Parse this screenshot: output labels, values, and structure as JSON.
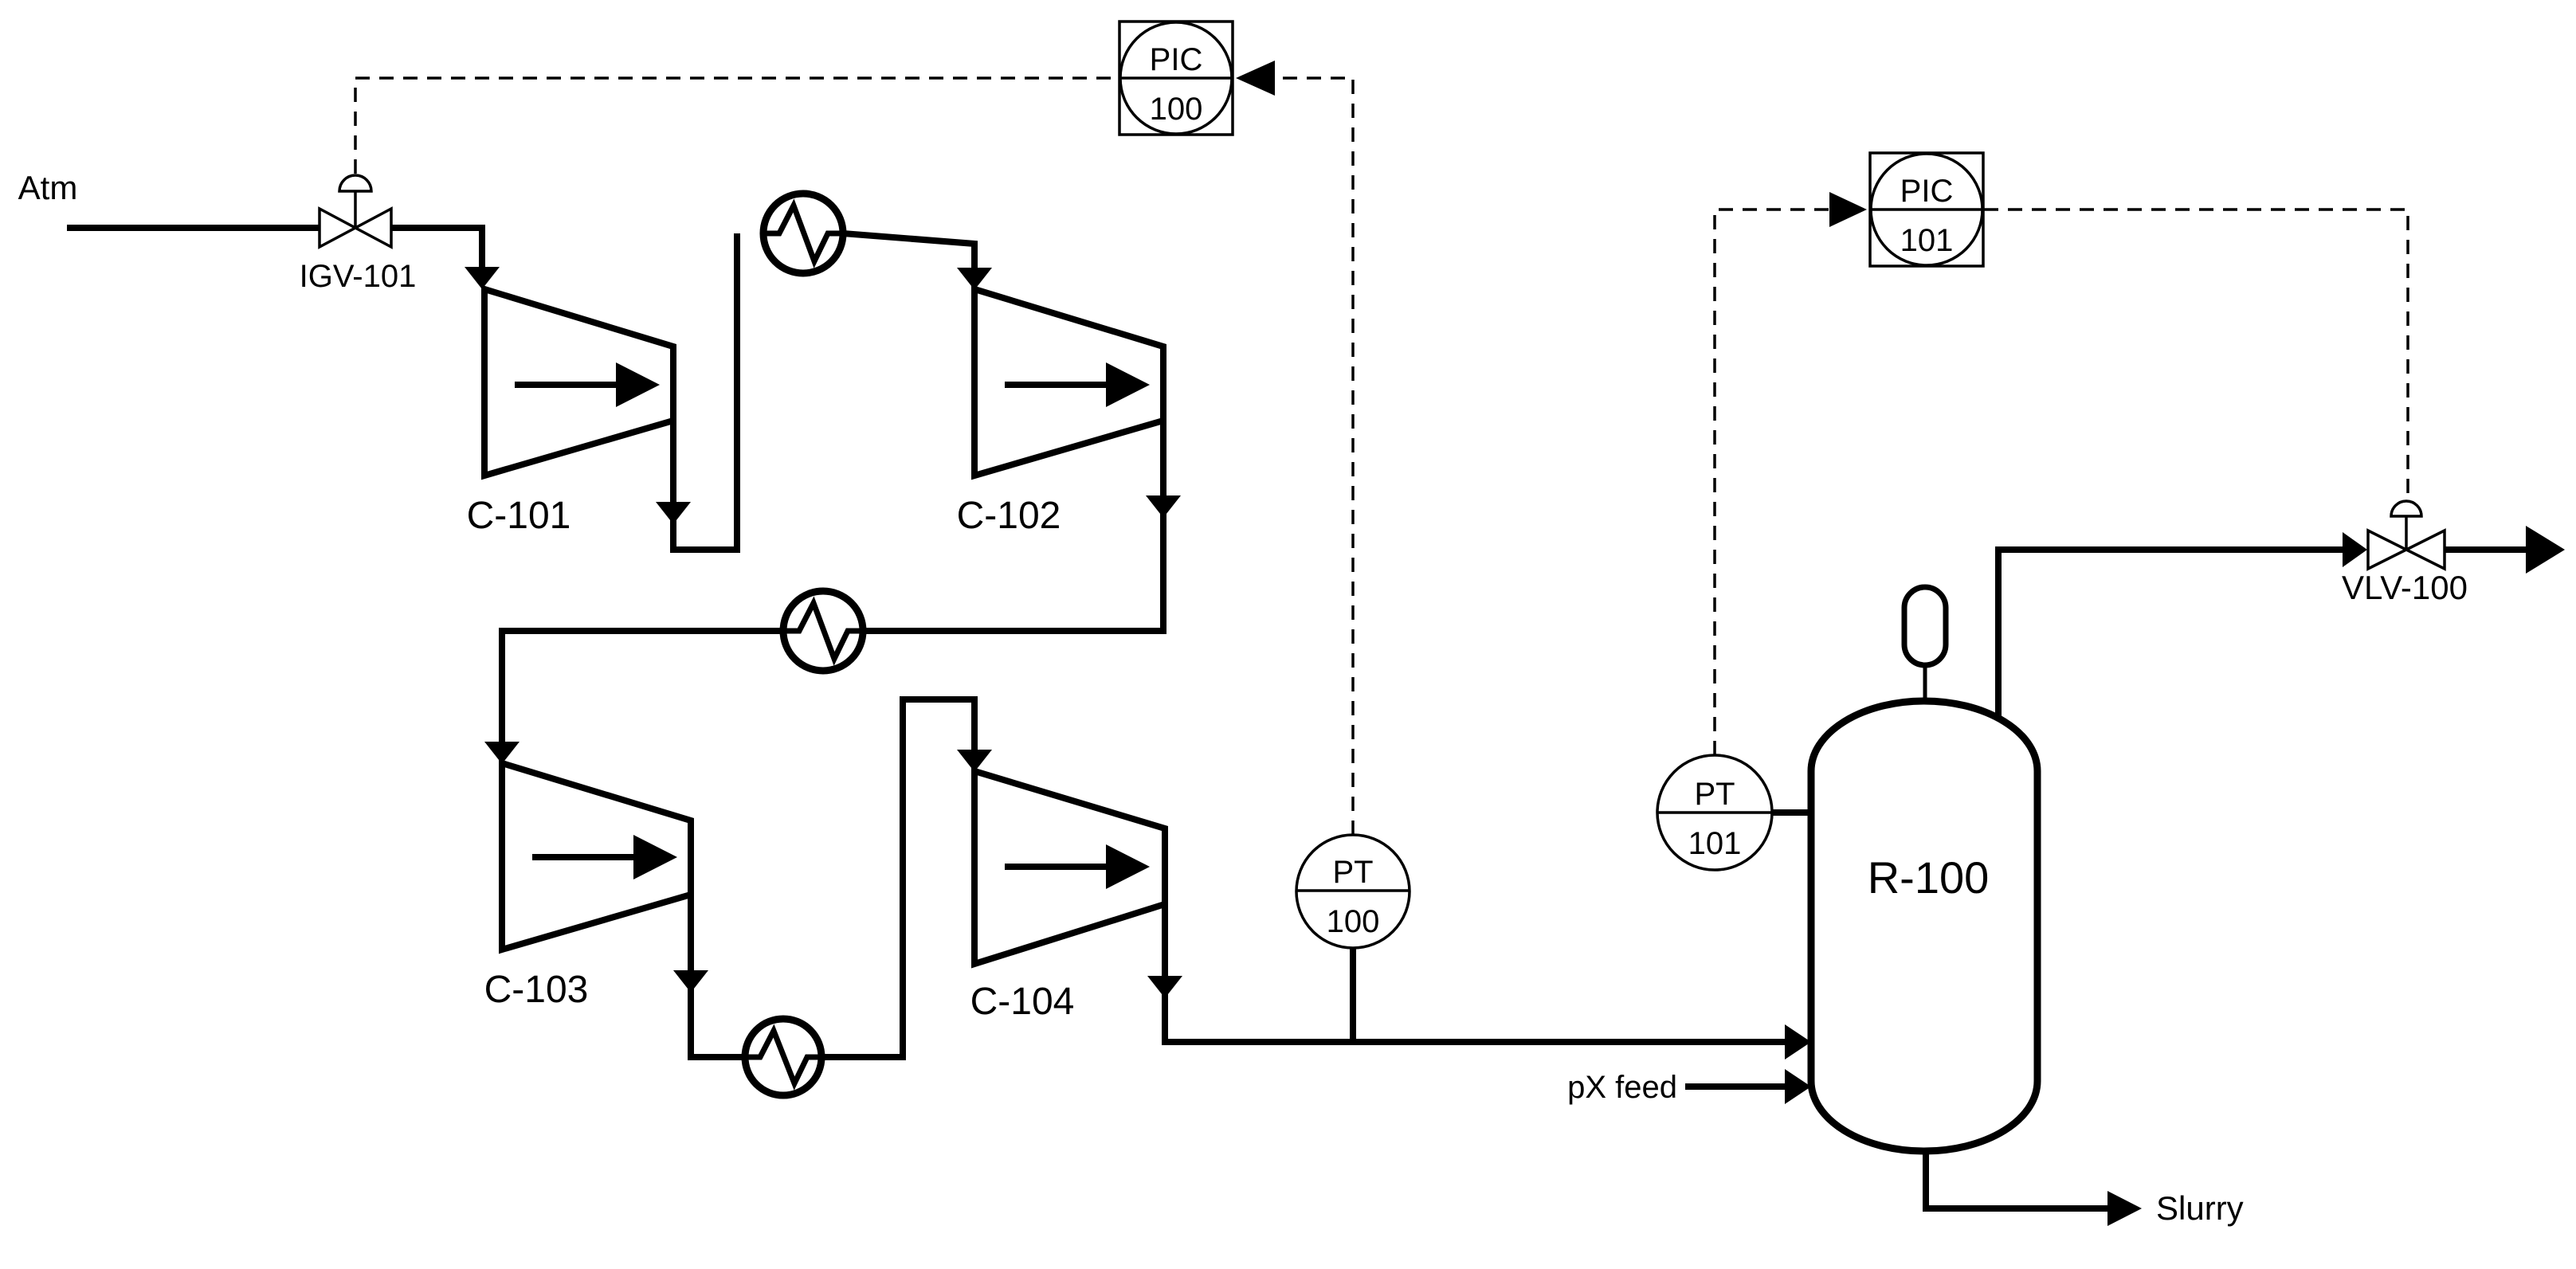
{
  "diagram": {
    "background": "#ffffff",
    "line_color": "#000000"
  },
  "streams": {
    "atm": "Atm",
    "px_feed": "pX feed",
    "slurry": "Slurry"
  },
  "equipment": {
    "c101": "C-101",
    "c102": "C-102",
    "c103": "C-103",
    "c104": "C-104",
    "r100": "R-100"
  },
  "valves": {
    "igv101": "IGV-101",
    "vlv100": "VLV-100"
  },
  "instruments": {
    "pic100": {
      "tag": "PIC",
      "number": "100"
    },
    "pic101": {
      "tag": "PIC",
      "number": "101"
    },
    "pt100": {
      "tag": "PT",
      "number": "100"
    },
    "pt101": {
      "tag": "PT",
      "number": "101"
    }
  }
}
